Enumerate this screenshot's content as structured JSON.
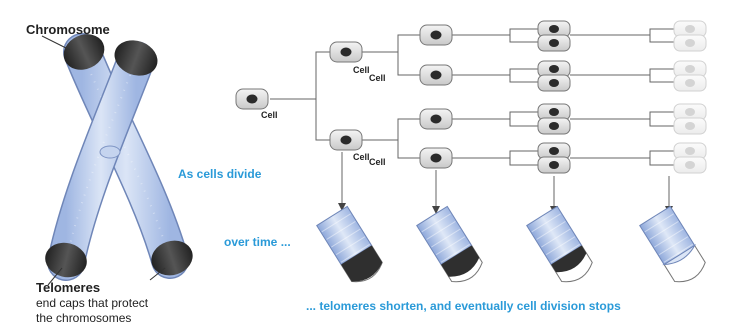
{
  "labels": {
    "chromosome": "Chromosome",
    "cell": "Cell",
    "as_cells_divide": "As cells divide",
    "over_time": "over time ...",
    "telomeres_title": "Telomeres",
    "telomeres_desc_1": "end caps that protect",
    "telomeres_desc_2": "the chromosomes",
    "conclusion": "... telomeres shorten, and eventually cell division stops"
  },
  "colors": {
    "chromatid": "#b9ccec",
    "chromatid_light": "#dbe5f6",
    "telomere": "#333333",
    "accent_text": "#2a9ad8",
    "line": "#555555",
    "faded": "#dddddd"
  },
  "telomere_levels": [
    1.0,
    0.72,
    0.45,
    0.0
  ]
}
